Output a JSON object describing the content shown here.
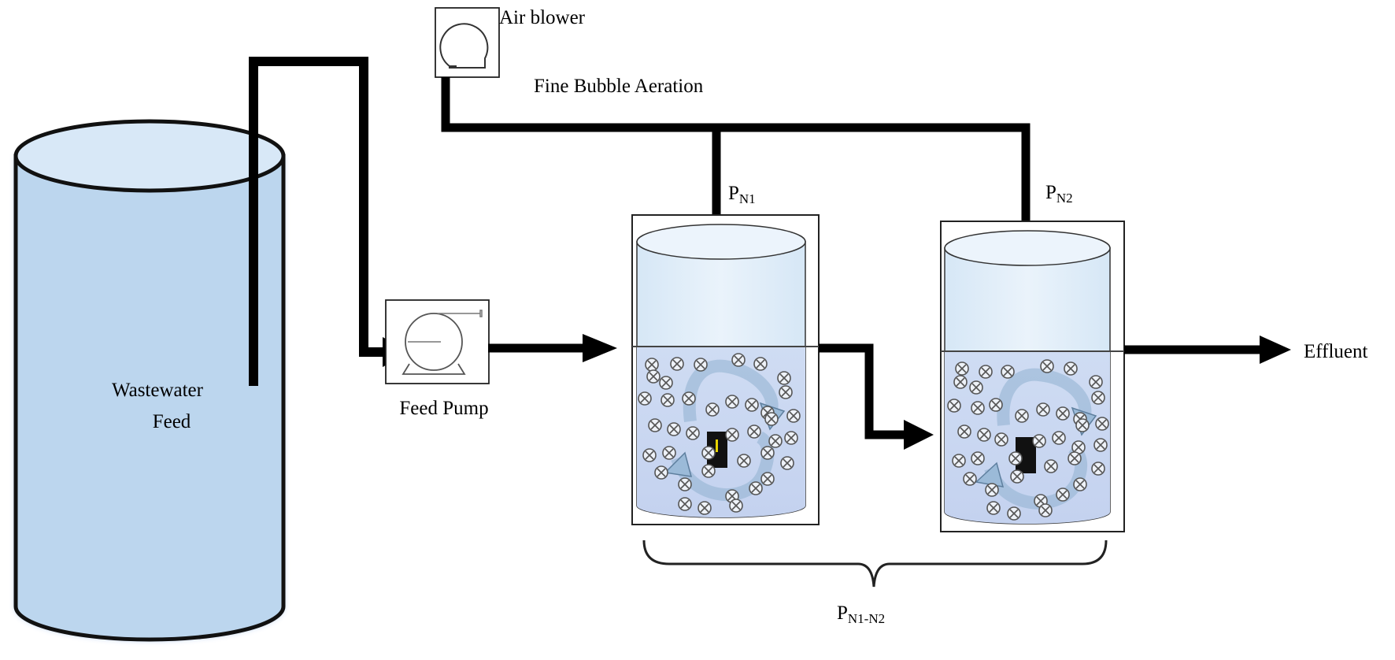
{
  "labels": {
    "air_blower": "Air blower",
    "fine_bubble_aeration": "Fine Bubble Aeration",
    "wastewater_feed_line1": "Wastewater",
    "wastewater_feed_line2": "Feed",
    "feed_pump": "Feed Pump",
    "effluent": "Effluent",
    "pn1_main": "P",
    "pn1_sub": "N1",
    "pn2_main": "P",
    "pn2_sub": "N2",
    "pn1n2_main": "P",
    "pn1n2_sub": "N1-N2"
  },
  "colors": {
    "tank_fill": "#bcd6ee",
    "tank_top": "#d8e8f7",
    "tank_glow": "#8fb3e8",
    "reactor_water": "#d2def2",
    "reactor_glass": "#dcecf8",
    "pipe": "#000000",
    "circulation_arrow": "#b8d4ec"
  },
  "icons": {
    "air_blower": "blower-icon",
    "feed_pump": "pump-icon",
    "bubble": "circled-x-bubble"
  }
}
